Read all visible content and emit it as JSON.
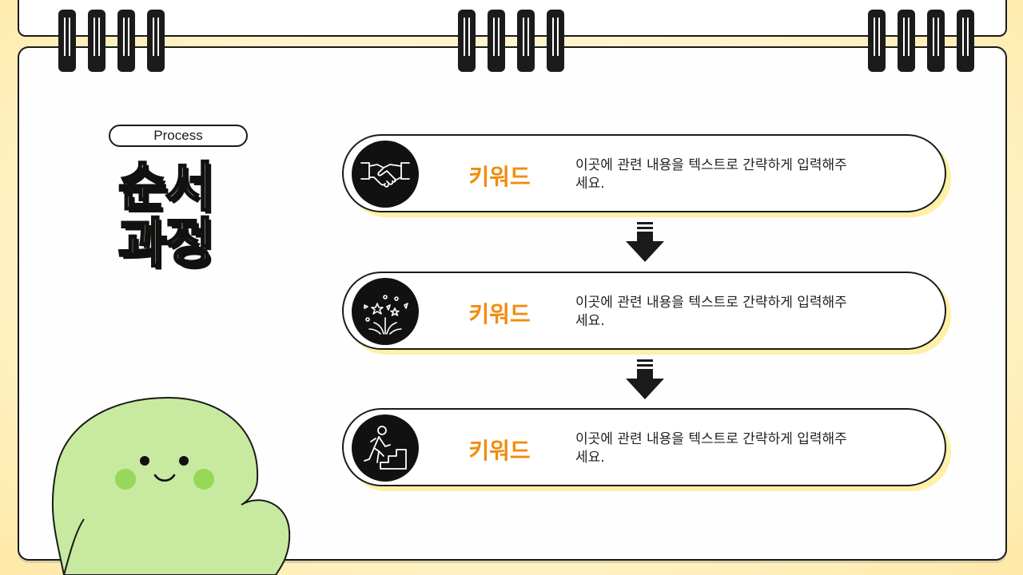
{
  "header": {
    "tag_label": "Process",
    "title_line1": "순서",
    "title_line2": "과정"
  },
  "steps": [
    {
      "icon": "handshake-icon",
      "keyword": "키워드",
      "description_line1": "이곳에 관련 내용을 텍스트로 간략하게 입력해주",
      "description_line2": "세요."
    },
    {
      "icon": "fireworks-icon",
      "keyword": "키워드",
      "description_line1": "이곳에 관련 내용을 텍스트로 간략하게 입력해주",
      "description_line2": "세요."
    },
    {
      "icon": "climbing-stairs-icon",
      "keyword": "키워드",
      "description_line1": "이곳에 관련 내용을 텍스트로 간략하게 입력해주",
      "description_line2": "세요."
    }
  ],
  "colors": {
    "keyword": "#f28c0f",
    "background": "#fff3c8",
    "title_fill": "#fff4b8",
    "mascot": "#c8eaa0",
    "cheek": "#96d85a"
  }
}
